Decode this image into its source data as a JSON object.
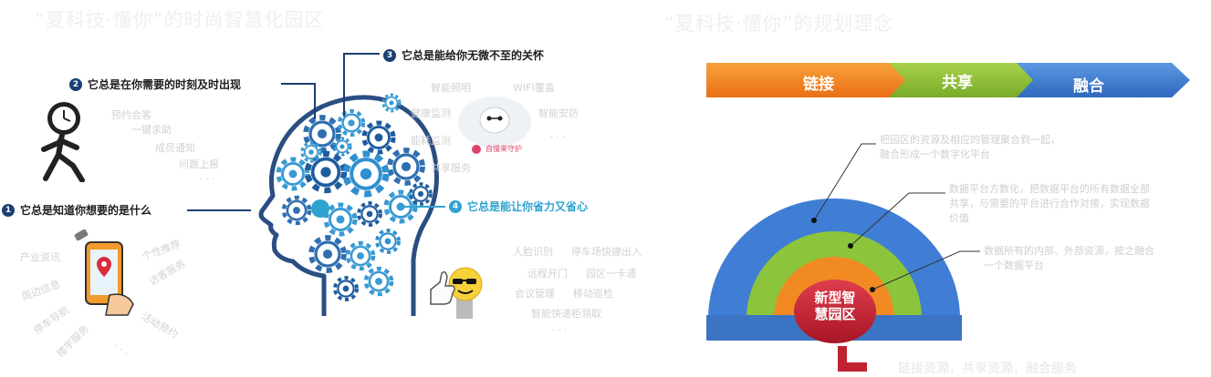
{
  "left": {
    "title": "“夏科技·懂你”的时尚智慧化园区",
    "callout1": {
      "num": "1",
      "text": "它总是知道你想要的是什么"
    },
    "callout2": {
      "num": "2",
      "text": "它总是在你需要的时刻及时出现"
    },
    "callout3": {
      "num": "3",
      "text": "它总是能给你无微不至的关怀"
    },
    "callout4": {
      "num": "4",
      "text": "它总是能让你省力又省心"
    },
    "runner_items": [
      "预约会客",
      "一键求助",
      "成员通知",
      "问题上报",
      "· · ·"
    ],
    "phone_items": [
      "产业资讯",
      "周边信息",
      "停车导航",
      "楼宇服务",
      "个性推荐",
      "访客服务",
      "活动预约",
      "· · ·"
    ],
    "care_items": [
      "智能照明",
      "WIFI覆盖",
      "健康监测",
      "智能安防",
      "能耗监测",
      "共享服务",
      "· · ·"
    ],
    "baymax_label": "自慢来守护",
    "save_items": [
      "人脸识别",
      "停车场快捷出入",
      "远程开门",
      "园区一卡通",
      "会议管理",
      "移动巡检",
      "智能快递柜领取",
      "· · ·"
    ]
  },
  "right": {
    "title": "“夏科技·懂你”的规划理念",
    "arrow1": "链接",
    "arrow2": "共享",
    "arrow3": "融合",
    "note1_line1": "把园区的资源及相应的管理聚合到一起，",
    "note1_line2": "融合形成一个数字化平台",
    "note2_line1": "数据平台方数化，把数据平台的所有数据全部",
    "note2_line2": "共享，与需要的平台进行合作对接，实现数据",
    "note2_line3": "价值",
    "note3_line1": "数据所有的内部、外部资源，按之融合",
    "note3_line2": "一个数据平台",
    "center_line1": "新型智",
    "center_line2": "慧园区",
    "bottom_text": "链接资源，共享资源，融合服务"
  },
  "colors": {
    "navy": "#1b3f73",
    "teal": "#2fa3d0",
    "orange": "#f07d1e",
    "green": "#8ebf3a",
    "blue": "#3d7bd1",
    "red": "#c02231"
  }
}
